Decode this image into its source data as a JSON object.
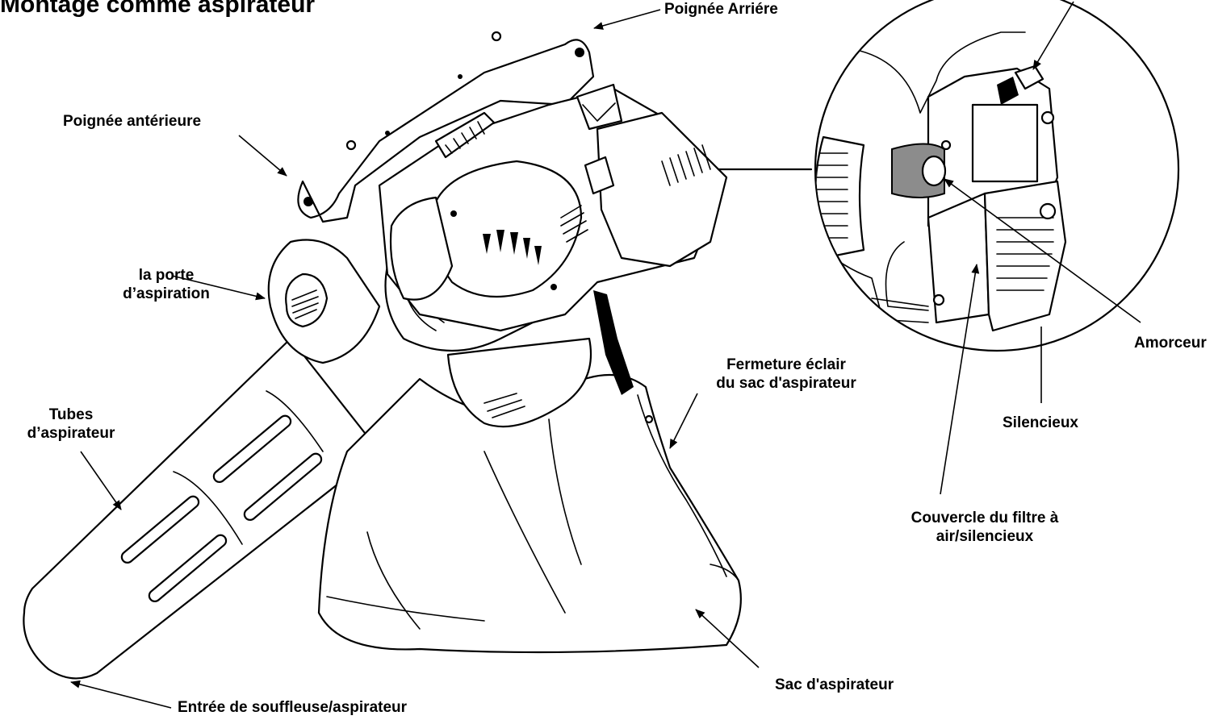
{
  "figure": {
    "title": "Montage comme aspirateur",
    "colors": {
      "line": "#000000",
      "background": "#ffffff",
      "shade": "#8c8c8c"
    }
  },
  "labels": {
    "rear_handle": "Poignée Arriére",
    "front_handle": "Poignée antérieure",
    "intake_door": [
      "la porte",
      "d’aspiration"
    ],
    "vacuum_tubes": [
      "Tubes",
      "d’aspirateur"
    ],
    "inlet": "Entrée de souffleuse/aspirateur",
    "bag_zipper": [
      "Fermeture éclair",
      "du sac d'aspirateur"
    ],
    "vacuum_bag": "Sac d'aspirateur",
    "primer": "Amorceur",
    "muffler": "Silencieux",
    "air_filter_cover": [
      "Couvercle du filtre à",
      "air/silencieux"
    ]
  }
}
